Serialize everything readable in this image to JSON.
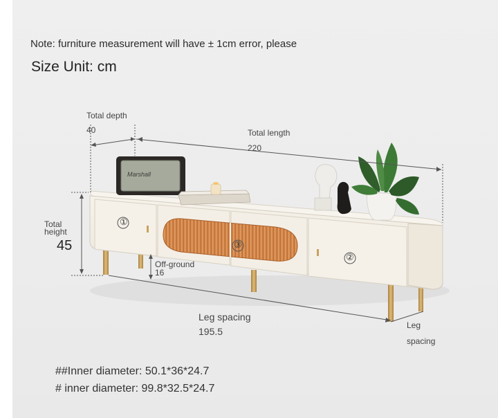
{
  "note": "Note: furniture measurement will have ± 1cm error, please",
  "size_unit": "Size Unit: cm",
  "dimensions": {
    "total_depth_label": "Total depth",
    "total_depth_value": "40",
    "total_length_label": "Total length",
    "total_length_value": "220",
    "total_height_label_1": "Total",
    "total_height_label_2": "height",
    "total_height_value": "45",
    "off_ground_label": "Off-ground",
    "off_ground_value": "16",
    "leg_spacing_label": "Leg spacing",
    "leg_spacing_value": "195.5",
    "leg_label_1": "Leg",
    "leg_label_2": "spacing"
  },
  "drawers": {
    "left": "①",
    "center": "③",
    "right": "②"
  },
  "speaker_brand": "Marshall",
  "inner_diameters": [
    "##Inner diameter: 50.1*36*24.7",
    "# inner diameter: 99.8*32.5*24.7"
  ],
  "colors": {
    "background": "#ececec",
    "cabinet": "#f1ece2",
    "glass": "#d9894a",
    "brass": "#c9a15e",
    "dimension_line": "#555555"
  }
}
